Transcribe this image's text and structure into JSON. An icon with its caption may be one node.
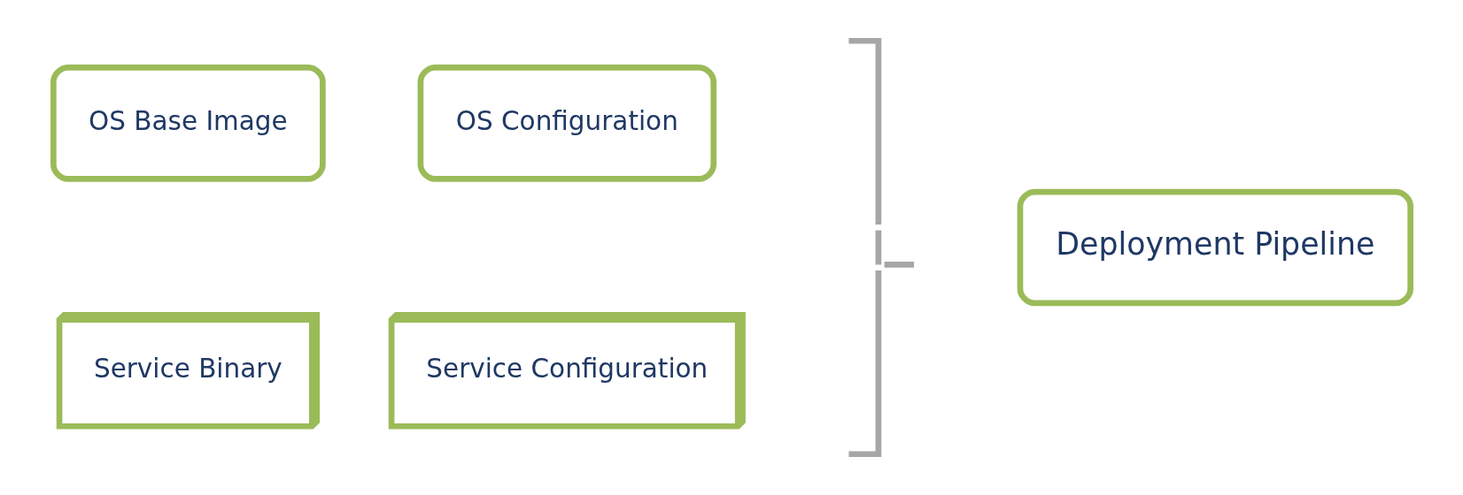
{
  "diagram": {
    "nodes": [
      {
        "text": [
          "OS Base Image"
        ]
      },
      {
        "text": [
          "OS Configuration"
        ]
      },
      {
        "text": [
          "Service Binary"
        ]
      },
      {
        "text": [
          "Service Configuration"
        ]
      },
      {
        "text": [
          "Deployment Pipeline"
        ]
      }
    ],
    "edges": []
  }
}
